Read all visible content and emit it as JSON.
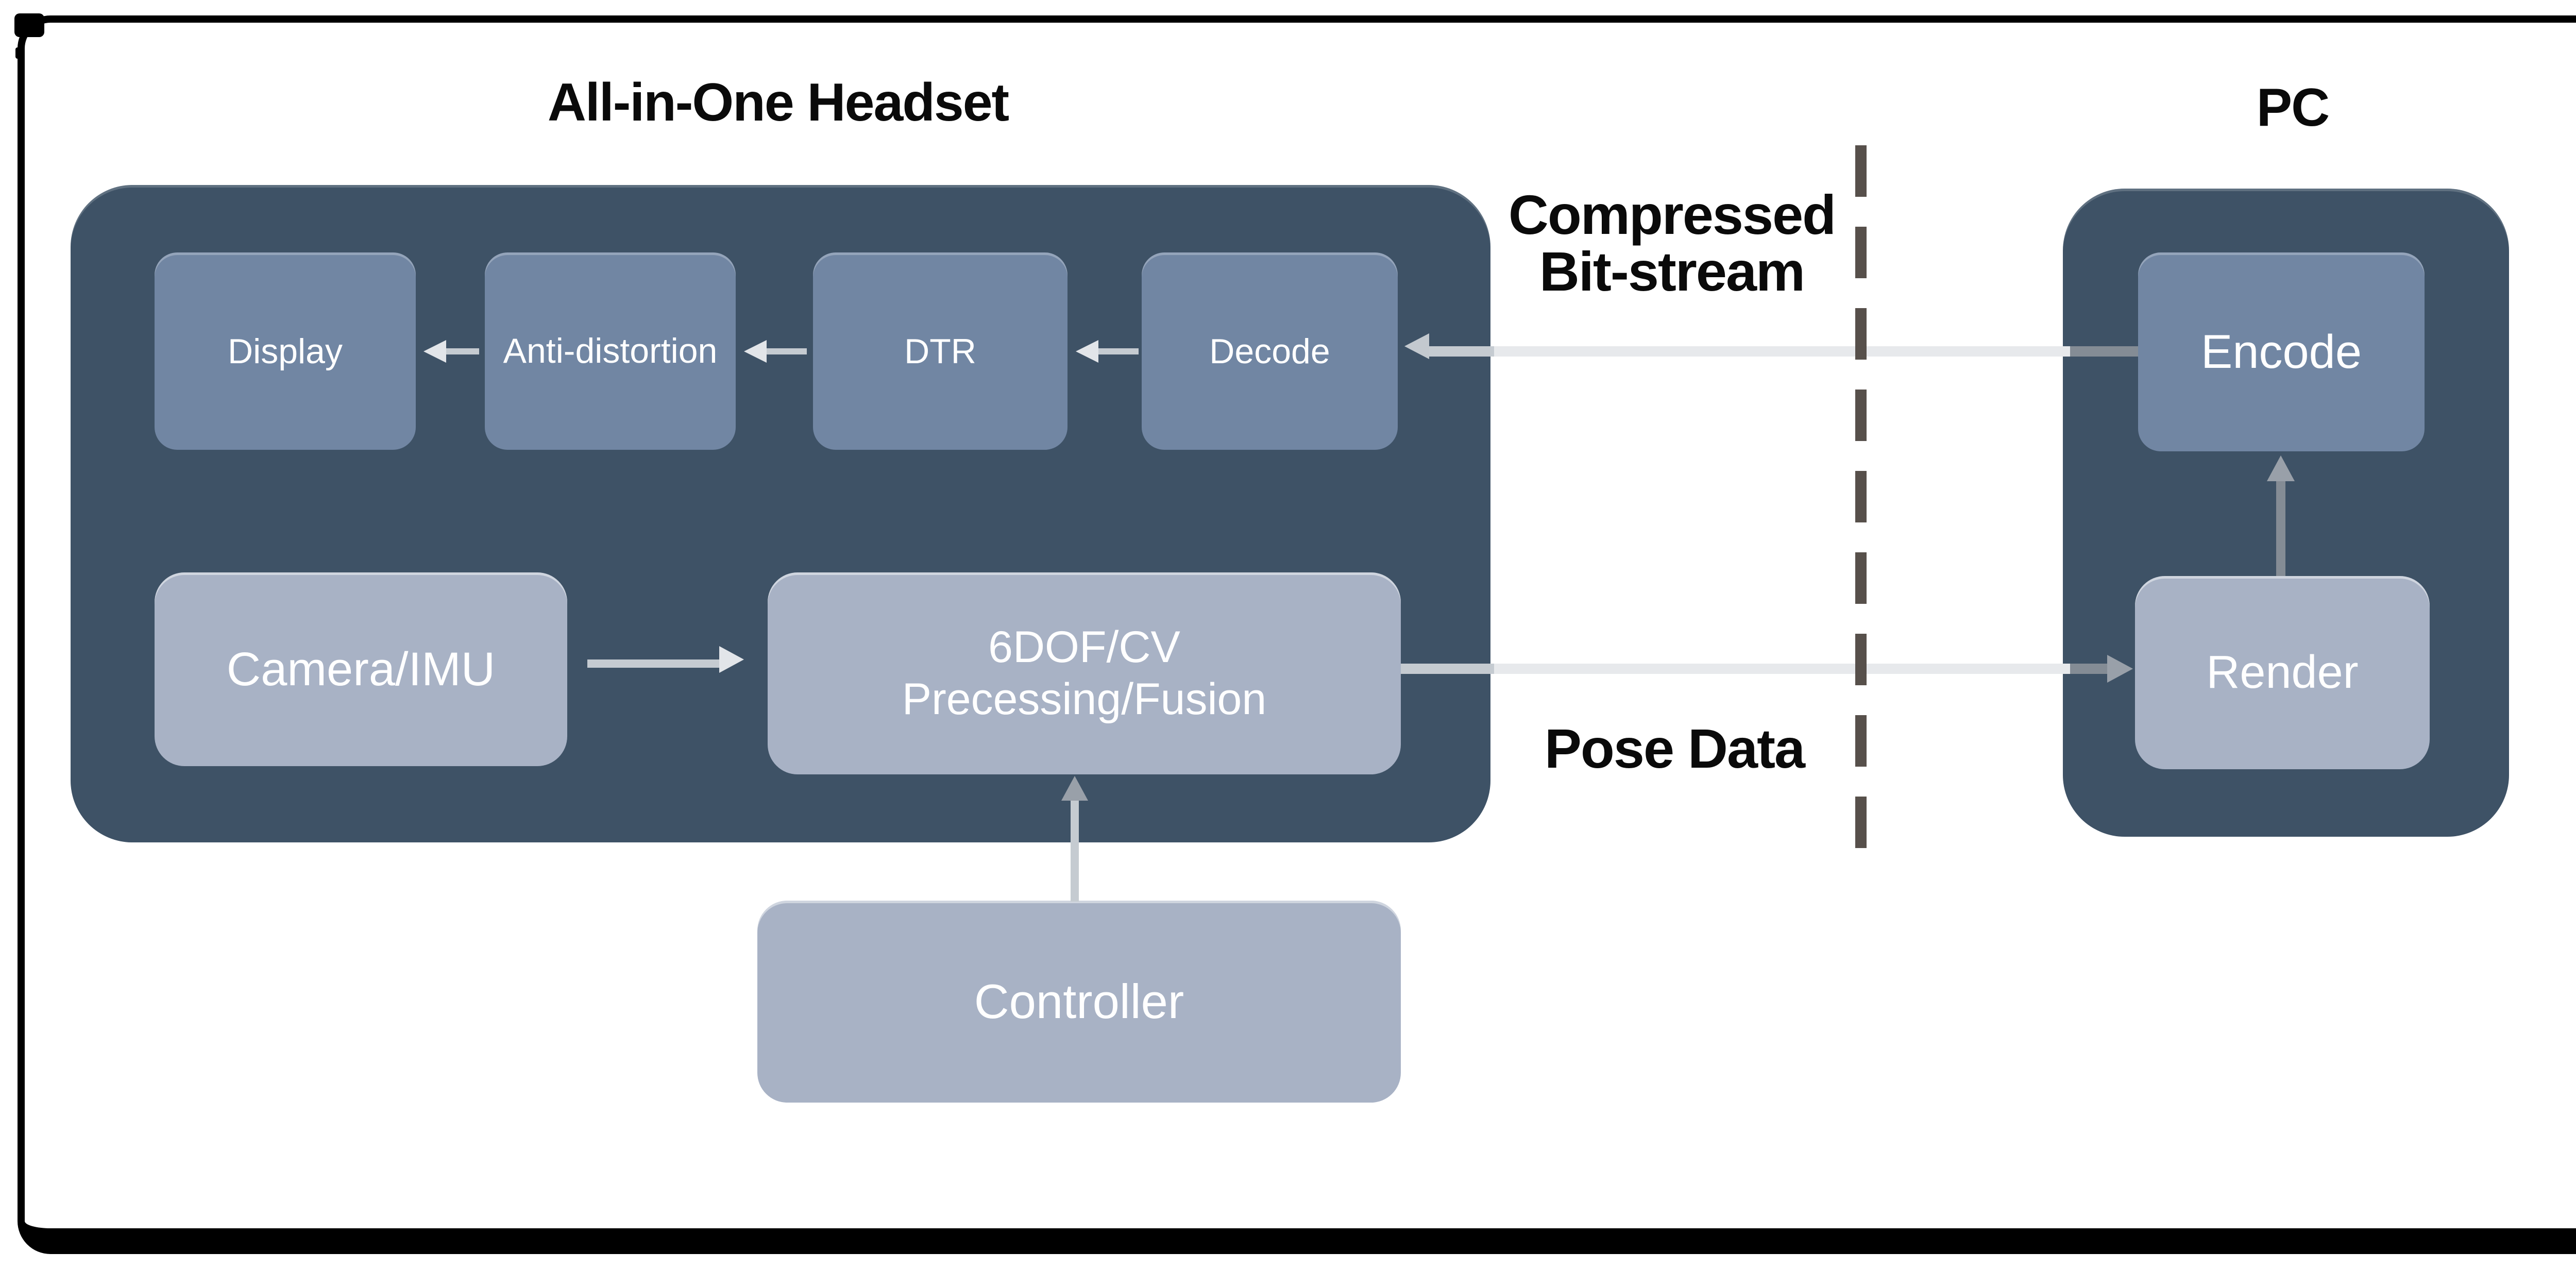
{
  "colors": {
    "container": "#3e5266",
    "box_medium": "#7186a3",
    "box_light": "#a8b2c5",
    "box_text": "#ffffff",
    "label_text": "#0a0a0a",
    "frame": "#000000",
    "dash": "#57504b",
    "line": "#e7e9ec",
    "line_mid": "#c5cbd1",
    "line_dark": "#848c95",
    "head_light": "#e2e5e9",
    "head_mid": "#c3c9cf",
    "head_gray": "#99a0a9"
  },
  "headset": {
    "title": "All-in-One Headset",
    "pipeline": [
      {
        "label": "Display"
      },
      {
        "label": "Anti-distortion"
      },
      {
        "label": "DTR"
      },
      {
        "label": "Decode"
      }
    ],
    "camera_label": "Camera/IMU",
    "fusion_line1": "6DOF/CV",
    "fusion_line2": "Precessing/Fusion"
  },
  "controller_label": "Controller",
  "pc": {
    "title": "PC",
    "encode_label": "Encode",
    "render_label": "Render"
  },
  "flow_labels": {
    "compressed_line1": "Compressed",
    "compressed_line2": "Bit-stream",
    "pose": "Pose Data"
  }
}
